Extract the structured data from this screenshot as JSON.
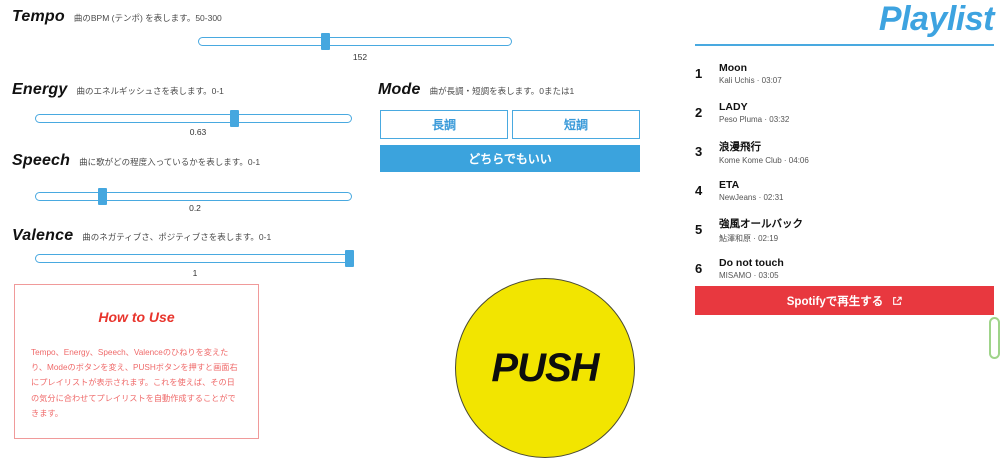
{
  "params": {
    "tempo": {
      "name": "Tempo",
      "desc": "曲のBPM (テンポ) を表します。50-300",
      "value": "152"
    },
    "energy": {
      "name": "Energy",
      "desc": "曲のエネルギッシュさを表します。0-1",
      "value": "0.63"
    },
    "speech": {
      "name": "Speech",
      "desc": "曲に歌がどの程度入っているかを表します。0-1",
      "value": "0.2"
    },
    "valence": {
      "name": "Valence",
      "desc": "曲のネガティブさ、ポジティブさを表します。0-1",
      "value": "1"
    }
  },
  "mode": {
    "name": "Mode",
    "desc": "曲が長調・短調を表します。0または1",
    "major_label": "長調",
    "minor_label": "短調",
    "any_label": "どちらでもいい",
    "accent_color": "#3ba3dd"
  },
  "howto": {
    "title": "How to Use",
    "body": "Tempo、Energy、Speech、Valenceのひねりを変えたり、Modeのボタンを変え、PUSHボタンを押すと画面右にプレイリストが表示されます。これを使えば、その日の気分に合わせてプレイリストを自動作成することができます。",
    "border_color": "#f09a9a",
    "title_color": "#e8342c"
  },
  "push": {
    "label": "PUSH",
    "color": "#f2e500"
  },
  "playlist": {
    "title": "Playlist",
    "title_color": "#3da3e0",
    "tracks": [
      {
        "num": "1",
        "title": "Moon",
        "sub": "Kali Uchis · 03:07"
      },
      {
        "num": "2",
        "title": "LADY",
        "sub": "Peso Pluma · 03:32"
      },
      {
        "num": "3",
        "title": "浪漫飛行",
        "sub": "Kome Kome Club · 04:06"
      },
      {
        "num": "4",
        "title": "ETA",
        "sub": "NewJeans · 02:31"
      },
      {
        "num": "5",
        "title": "強風オールバック",
        "sub": "鮎澤和原 · 02:19"
      },
      {
        "num": "6",
        "title": "Do not touch",
        "sub": "MISAMO · 03:05"
      }
    ],
    "spotify_button": {
      "label": "Spotifyで再生する",
      "icon": "external-link-icon",
      "color": "#e8383f"
    }
  }
}
